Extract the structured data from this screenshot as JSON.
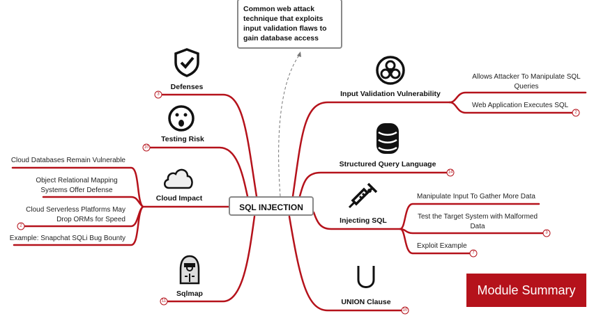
{
  "center": {
    "label": "SQL INJECTION"
  },
  "callout": {
    "text": "Common web attack\ntechnique that exploits\ninput validation flaws to\ngain database access"
  },
  "branches": {
    "defenses": {
      "label": "Defenses",
      "icon": "shield-check-icon",
      "badge": "3"
    },
    "testing_risk": {
      "label": "Testing Risk",
      "icon": "surprised-face-icon",
      "badge": "10"
    },
    "cloud_impact": {
      "label": "Cloud Impact",
      "icon": "cloud-icon",
      "children": [
        "Cloud Databases Remain Vulnerable",
        "Object Relational Mapping Systems Offer Defense",
        "Cloud Serverless Platforms May Drop ORMs for Speed",
        "Example: Snapchat SQLi Bug Bounty"
      ],
      "child_badge": "2"
    },
    "sqlmap": {
      "label": "Sqlmap",
      "icon": "hooded-hacker-icon",
      "badge": "11"
    },
    "input_validation": {
      "label": "Input Validation Vulnerability",
      "icon": "biohazard-icon",
      "children": [
        "Allows Attacker To Manipulate SQL Queries",
        "Web Application Executes SQL"
      ],
      "child_badge": "2"
    },
    "sql_language": {
      "label": "Structured Query Language",
      "icon": "database-icon",
      "badge": "14"
    },
    "injecting_sql": {
      "label": "Injecting SQL",
      "icon": "syringe-icon",
      "children": [
        "Manipulate Input To Gather More Data",
        "Test the Target System with Malformed Data",
        "Exploit Example"
      ],
      "child_badges": [
        "3",
        "7"
      ]
    },
    "union_clause": {
      "label": "UNION Clause",
      "icon": "union-symbol-icon",
      "badge": "10"
    }
  },
  "module_summary": {
    "label": "Module Summary"
  },
  "colors": {
    "branch": "#b5121b",
    "summary_bg": "#b5121b",
    "border": "#888888"
  }
}
